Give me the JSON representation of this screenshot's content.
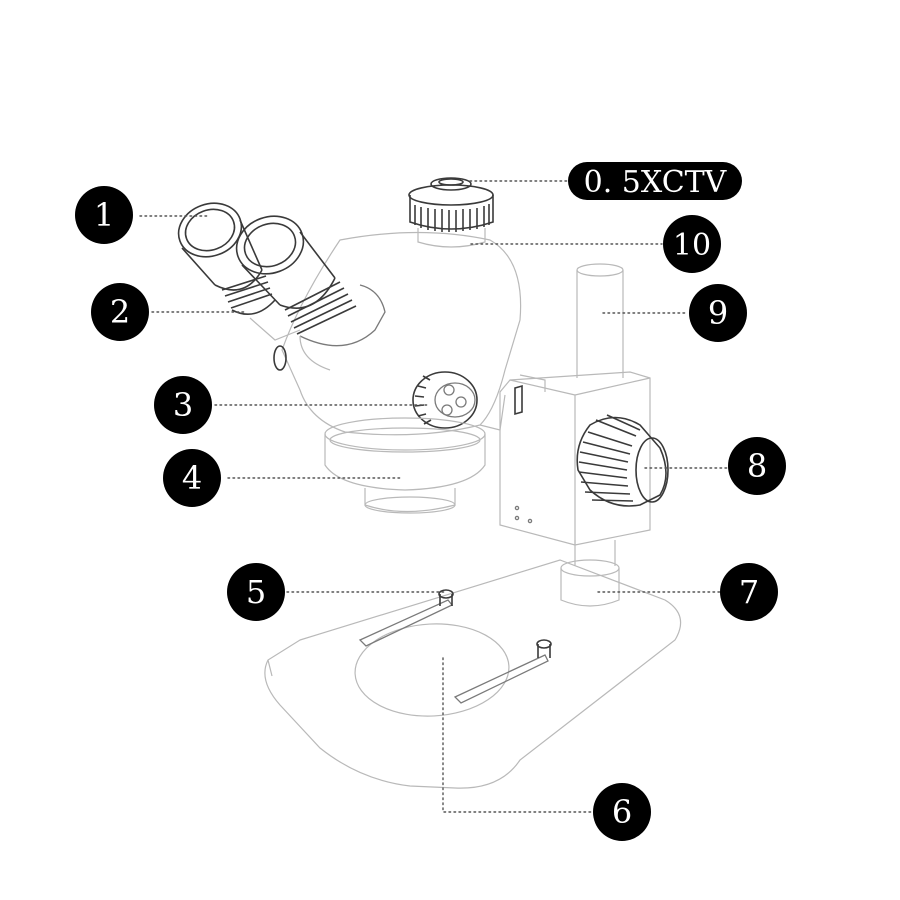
{
  "callouts": [
    {
      "id": "c1",
      "label": "1"
    },
    {
      "id": "c2",
      "label": "2"
    },
    {
      "id": "c3",
      "label": "3"
    },
    {
      "id": "c4",
      "label": "4"
    },
    {
      "id": "c5",
      "label": "5"
    },
    {
      "id": "c6",
      "label": "6"
    },
    {
      "id": "c7",
      "label": "7"
    },
    {
      "id": "c8",
      "label": "8"
    },
    {
      "id": "c9",
      "label": "9"
    },
    {
      "id": "c10",
      "label": "10"
    },
    {
      "id": "ctv",
      "label": "0. 5XCTV"
    }
  ],
  "colors": {
    "badge": "#000000",
    "badge_text": "#ffffff",
    "drawing_light": "#b9b9b9",
    "drawing_dark": "#3a3a3a",
    "leader": "#555555"
  }
}
